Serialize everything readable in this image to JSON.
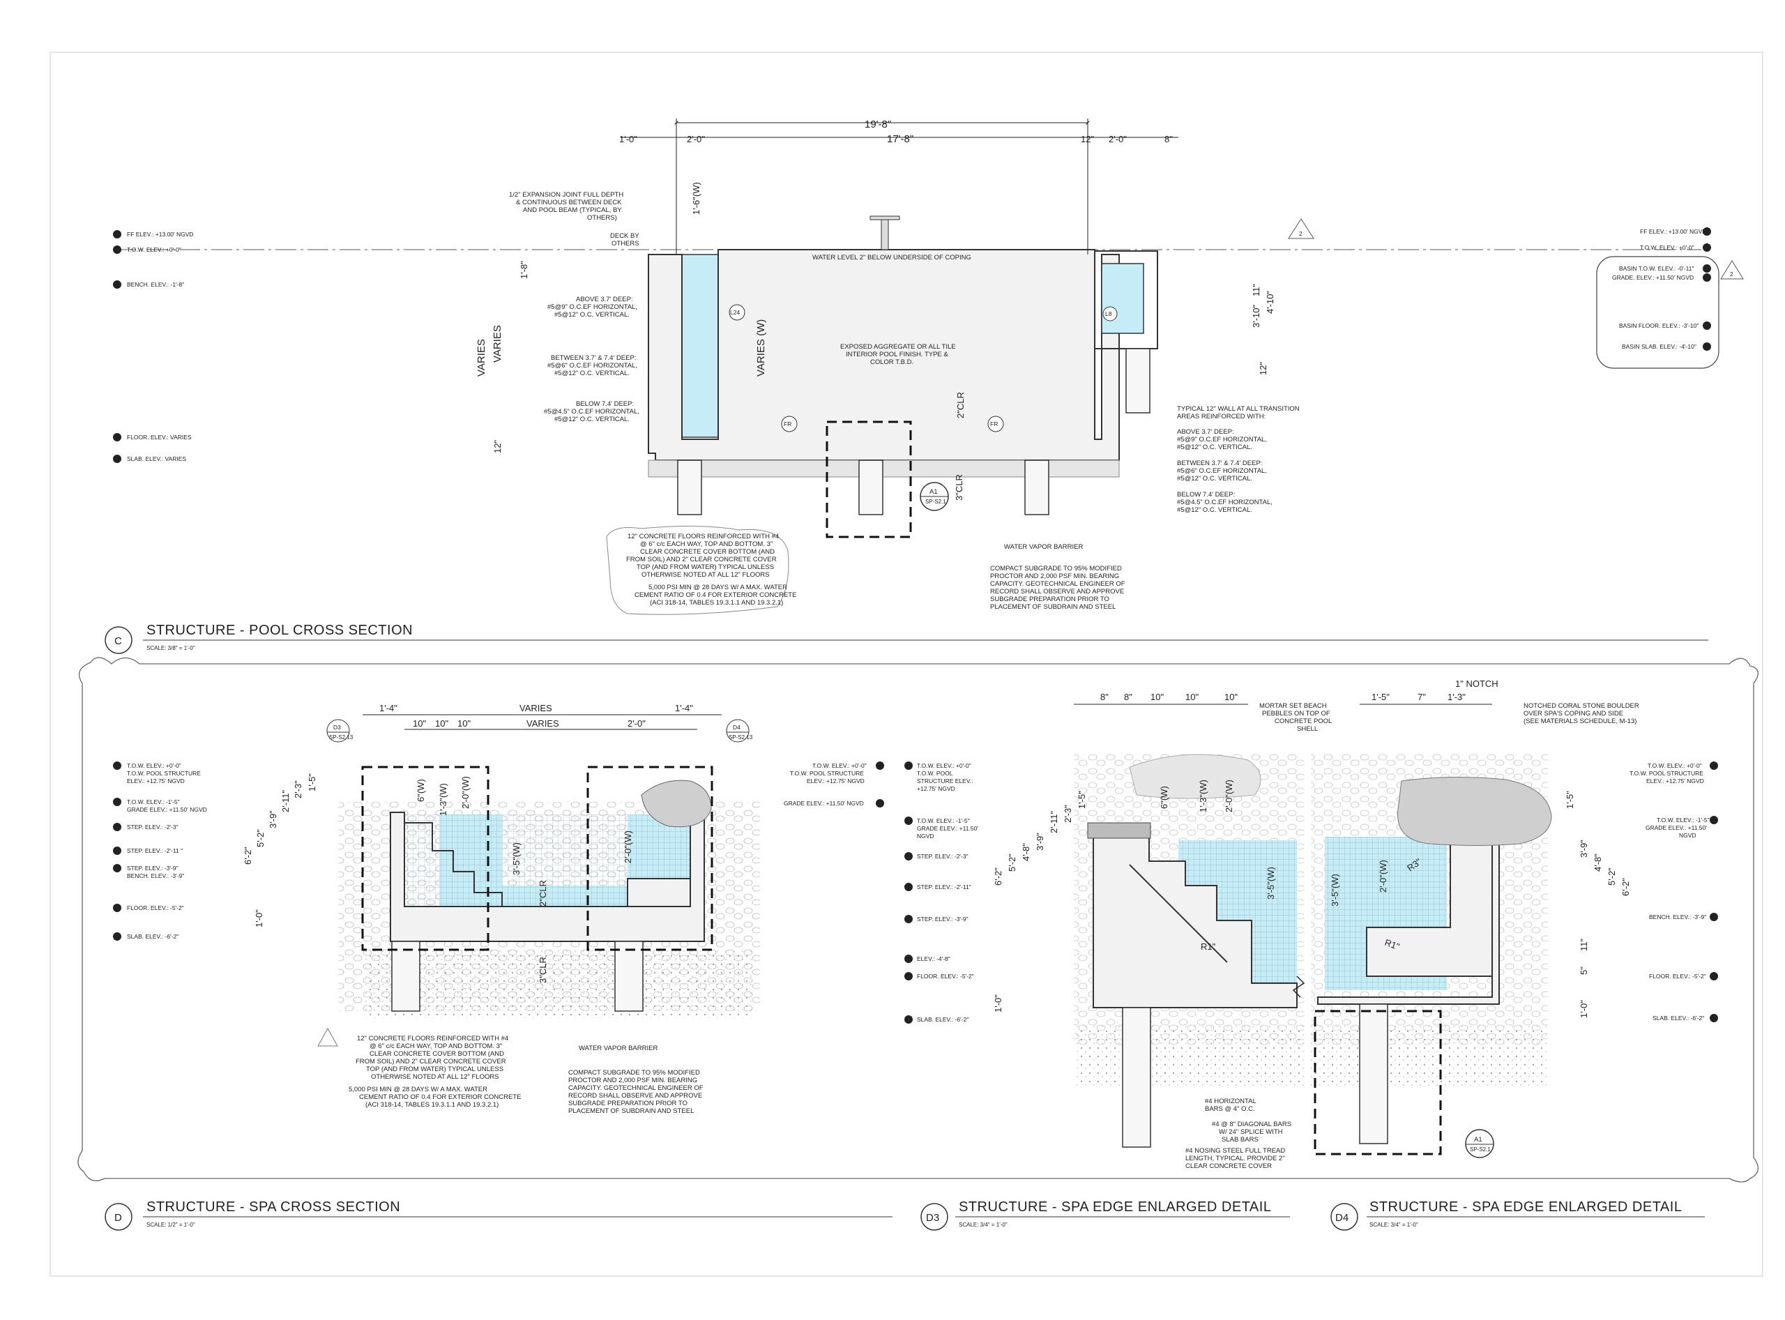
{
  "palette": {
    "water": "#c6ecf8",
    "concrete": "#f0f0f0",
    "ink": "#222222",
    "gravel": "#e3e3e3",
    "boulder": "#cfcfcf"
  },
  "section_c": {
    "title": "STRUCTURE - POOL CROSS SECTION",
    "scale": "SCALE: 3/8\" = 1'-0\"",
    "id": "C",
    "dims": {
      "overall": "19'-8\"",
      "pool": "17'-8\"",
      "l1": "1'-0\"",
      "l2": "2'-0\"",
      "r1": "12\"",
      "r2": "2'-0\"",
      "r3": "8\"",
      "wall": "1'-6\"(W)",
      "bench": "1'-8\"",
      "varies": "VARIES",
      "varies_w": "VARIES (W)",
      "slab": "12\"",
      "clr2": "2\"CLR",
      "clr3": "3\"CLR",
      "b11": "11\"",
      "b310": "3'-10\"",
      "b410": "4'-10\"",
      "b12": "12\""
    },
    "elev_left": [
      "FF ELEV.: +13.00' NGVD",
      "T.O.W. ELEV.: +0'-0\"",
      "BENCH. ELEV.: -1'-8\"",
      "FLOOR. ELEV.: VARIES",
      "SLAB. ELEV.: VARIES"
    ],
    "elev_right": [
      "FF ELEV.: +13.00' NGVD",
      "T.O.W. ELEV.: +0'-0\"",
      "BASIN T.O.W. ELEV.: -0'-11\"",
      "GRADE. ELEV.: +11.50' NGVD",
      "BASIN FLOOR. ELEV.: -3'-10\"",
      "BASIN SLAB. ELEV.: -4'-10\""
    ],
    "notes": {
      "expansion": [
        "1/2\" EXPANSION JOINT FULL DEPTH",
        "& CONTINUOUS BETWEEN DECK",
        "AND POOL BEAM (TYPICAL, BY",
        "OTHERS)"
      ],
      "deck": [
        "DECK BY",
        "OTHERS"
      ],
      "water": "WATER LEVEL 2\" BELOW UNDERSIDE OF COPING",
      "above": [
        "ABOVE 3.7' DEEP:",
        "#5@9\" O.C.EF HORIZONTAL,",
        "#5@12\" O.C. VERTICAL."
      ],
      "between": [
        "BETWEEN 3.7' & 7.4' DEEP:",
        "#5@6\" O.C.EF HORIZONTAL,",
        "#5@12\" O.C. VERTICAL."
      ],
      "below": [
        "BELOW 7.4' DEEP:",
        "#5@4.5\" O.C.EF HORIZONTAL,",
        "#5@12\" O.C. VERTICAL."
      ],
      "finish": [
        "EXPOSED AGGREGATE OR ALL TILE",
        "INTERIOR POOL FINISH. TYPE &",
        "COLOR T.B.D."
      ],
      "typical": [
        "TYPICAL 12\" WALL AT ALL TRANSITION",
        "AREAS REINFORCED WITH:",
        "",
        "ABOVE 3.7' DEEP:",
        "#5@9\" O.C.EF HORIZONTAL,",
        "#5@12\" O.C. VERTICAL.",
        "",
        "BETWEEN 3.7' & 7.4' DEEP:",
        "#5@6\" O.C.EF HORIZONTAL,",
        "#5@12\" O.C. VERTICAL.",
        "",
        "BELOW 7.4' DEEP:",
        "#5@4.5\" O.C.EF HORIZONTAL,",
        "#5@12\" O.C. VERTICAL."
      ],
      "floors": [
        "12\" CONCRETE FLOORS REINFORCED WITH #4",
        "@ 6\" c/c EACH WAY, TOP AND BOTTOM. 3\"",
        "CLEAR CONCRETE COVER BOTTOM (AND",
        "FROM SOIL) AND 2\" CLEAR CONCRETE COVER",
        "TOP (AND FROM WATER) TYPICAL UNLESS",
        "OTHERWISE NOTED AT ALL 12\" FLOORS",
        "",
        "5,000 PSI MIN @ 28 DAYS W/ A MAX. WATER",
        "CEMENT RATIO OF 0.4 FOR EXTERIOR CONCRETE",
        "(ACI 318-14, TABLES 19.3.1.1 AND 19.3.2.1)"
      ],
      "vapor": "WATER VAPOR BARRIER",
      "compact": [
        "COMPACT SUBGRADE TO 95% MODIFIED",
        "PROCTOR AND 2,000 PSF MIN. BEARING",
        "CAPACITY. GEOTECHNICAL ENGINEER OF",
        "RECORD SHALL OBSERVE AND APPROVE",
        "SUBGRADE PREPARATION PRIOR TO",
        "PLACEMENT OF SUBDRAIN AND STEEL"
      ]
    },
    "tags": {
      "fr": "FR",
      "l24": "L24",
      "l8": "L8",
      "a1": "A1",
      "a1ref": "SP-S2.1",
      "rev": "2"
    }
  },
  "section_d": {
    "title": "STRUCTURE - SPA CROSS SECTION",
    "scale": "SCALE: 1/2\" = 1'-0\"",
    "id": "D",
    "dims": {
      "a": "1'-4\"",
      "b": "VARIES",
      "c": "VARIES",
      "d": "1'-4\"",
      "e": "10\"",
      "f": "10\"",
      "g": "10\"",
      "h": "2'-0\"",
      "w6": "6\"(W)",
      "w13": "1'-3\"(W)",
      "w20": "2'-0\"(W)",
      "w35": "3'-5\"(W)",
      "w20b": "2'-0\"(W)",
      "clr2": "2\"CLR",
      "clr3": "3\"CLR",
      "v62": "6'-2\"",
      "v52": "5'-2\"",
      "v39": "3'-9\"",
      "v211": "2'-11\"",
      "v23": "2'-3\"",
      "v15": "1'-5\"",
      "v10": "1'-0\""
    },
    "elev_left": [
      "T.O.W. ELEV.: +0'-0\"",
      "T.O.W. POOL STRUCTURE",
      "ELEV.: +12.75' NGVD",
      "T.O.W. ELEV.: -1'-5\"",
      "GRADE ELEV.: +11.50' NGVD",
      "STEP. ELEV.: -2'-3\"",
      "STEP. ELEV.: -2'-11 \"",
      "STEP. ELEV.: -3'-9\"",
      "BENCH. ELEV.: -3'-9\"",
      "FLOOR. ELEV.: -5'-2\"",
      "SLAB. ELEV.: -6'-2\""
    ],
    "elev_right": [
      "T.O.W. ELEV.: +0'-0\"",
      "T.O.W. POOL STRUCTURE",
      "ELEV.: +12.75' NGVD",
      "GRADE ELEV.: +11.50' NGVD"
    ],
    "d3": "D3",
    "d4": "D4",
    "dref": "SP-S2.13",
    "floors": [
      "12\" CONCRETE FLOORS REINFORCED WITH #4",
      "@ 6\" c/c EACH WAY, TOP AND BOTTOM. 3\"",
      "CLEAR CONCRETE COVER BOTTOM (AND",
      "FROM SOIL) AND 2\" CLEAR CONCRETE COVER",
      "TOP (AND FROM WATER) TYPICAL UNLESS",
      "OTHERWISE NOTED AT ALL 12\" FLOORS",
      "",
      "5,000 PSI MIN @ 28 DAYS W/ A MAX. WATER",
      "CEMENT RATIO OF 0.4 FOR EXTERIOR CONCRETE",
      "(ACI 318-14, TABLES 19.3.1.1 AND 19.3.2.1)"
    ],
    "vapor": "WATER VAPOR BARRIER",
    "compact": [
      "COMPACT SUBGRADE TO 95% MODIFIED",
      "PROCTOR AND 2,000 PSF MIN. BEARING",
      "CAPACITY. GEOTECHNICAL ENGINEER OF",
      "RECORD SHALL OBSERVE AND APPROVE",
      "SUBGRADE PREPARATION PRIOR TO",
      "PLACEMENT OF SUBDRAIN AND STEEL"
    ]
  },
  "section_d3": {
    "title": "STRUCTURE - SPA EDGE ENLARGED DETAIL",
    "scale": "SCALE: 3/4\" = 1'-0\"",
    "id": "D3",
    "dims": {
      "a": "8\"",
      "b": "8\"",
      "c": "10\"",
      "d": "10\"",
      "e": "10\"",
      "w6": "6\"(W)",
      "w13": "1'-3\"(W)",
      "w20": "2'-0\"(W)",
      "w35": "3'-5\"(W)",
      "r1": "R1\"",
      "v62": "6'-2\"",
      "v52": "5'-2\"",
      "v48": "4'-8\"",
      "v39": "3'-9\"",
      "v211": "2'-11\"",
      "v23": "2'-3\"",
      "v15": "1'-5\"",
      "v10": "1'-0\""
    },
    "elev": [
      "T.O.W. ELEV.: +0'-0\"",
      "T.O.W. POOL",
      "STRUCTURE ELEV.:",
      "+12.75' NGVD",
      "T.O.W. ELEV.: -1'-5\"",
      "GRADE ELEV.: +11.50'",
      "NGVD",
      "STEP. ELEV.: -2'-3\"",
      "STEP. ELEV.: -2'-11\"",
      "STEP. ELEV.: -3'-9\"",
      "ELEV.: -4'-8\"",
      "FLOOR. ELEV.: -5'-2\"",
      "SLAB. ELEV.: -6'-2\""
    ],
    "mortar": [
      "MORTAR SET BEACH",
      "PEBBLES ON TOP OF",
      "CONCRETE POOL",
      "SHELL"
    ],
    "horiz": [
      "#4 HORIZONTAL",
      "BARS @ 4\" O.C."
    ],
    "diag": [
      "#4 @ 8\" DIAGONAL BARS",
      "W/ 24\" SPLICE WITH",
      "SLAB BARS"
    ],
    "nosing": [
      "#4 NOSING STEEL FULL TREAD",
      "LENGTH, TYPICAL. PROVIDE 2\"",
      "CLEAR CONCRETE COVER"
    ]
  },
  "section_d4": {
    "title": "STRUCTURE - SPA EDGE ENLARGED DETAIL",
    "scale": "SCALE: 3/4\" = 1'-0\"",
    "id": "D4",
    "dims": {
      "notch": "1\" NOTCH",
      "a": "1'-5\"",
      "b": "7\"",
      "c": "1'-3\"",
      "w35": "3'-5\"(W)",
      "w20": "2'-0\"(W)",
      "r3": "R3\"",
      "r1": "R1\"",
      "v15": "1'-5\"",
      "v39": "3'-9\"",
      "v48": "4'-8\"",
      "v52": "5'-2\"",
      "v62": "6'-2\"",
      "v11": "11\"",
      "v5": "5\"",
      "v10": "1'-0\""
    },
    "elev": [
      "T.O.W. ELEV.: +0'-0\"",
      "T.O.W. POOL STRUCTURE",
      "ELEV.: +12.75' NGVD",
      "T.O.W. ELEV.: -1'-5\"",
      "GRADE ELEV.: +11.50'",
      "NGVD",
      "BENCH. ELEV.: -3'-9\"",
      "FLOOR. ELEV.: -5'-2\"",
      "SLAB. ELEV.: -6'-2\""
    ],
    "boulder": [
      "NOTCHED CORAL STONE BOULDER",
      "OVER SPA'S COPING AND SIDE",
      "(SEE MATERIALS SCHEDULE, M-13)"
    ],
    "a1": "A1",
    "a1ref": "SP-S2.1"
  }
}
